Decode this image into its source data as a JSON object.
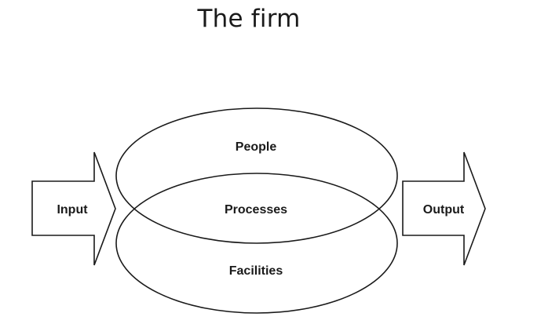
{
  "title": "The firm",
  "diagram": {
    "input_label": "Input",
    "output_label": "Output",
    "top_ellipse_label": "People",
    "overlap_label": "Processes",
    "bottom_ellipse_label": "Facilities"
  }
}
